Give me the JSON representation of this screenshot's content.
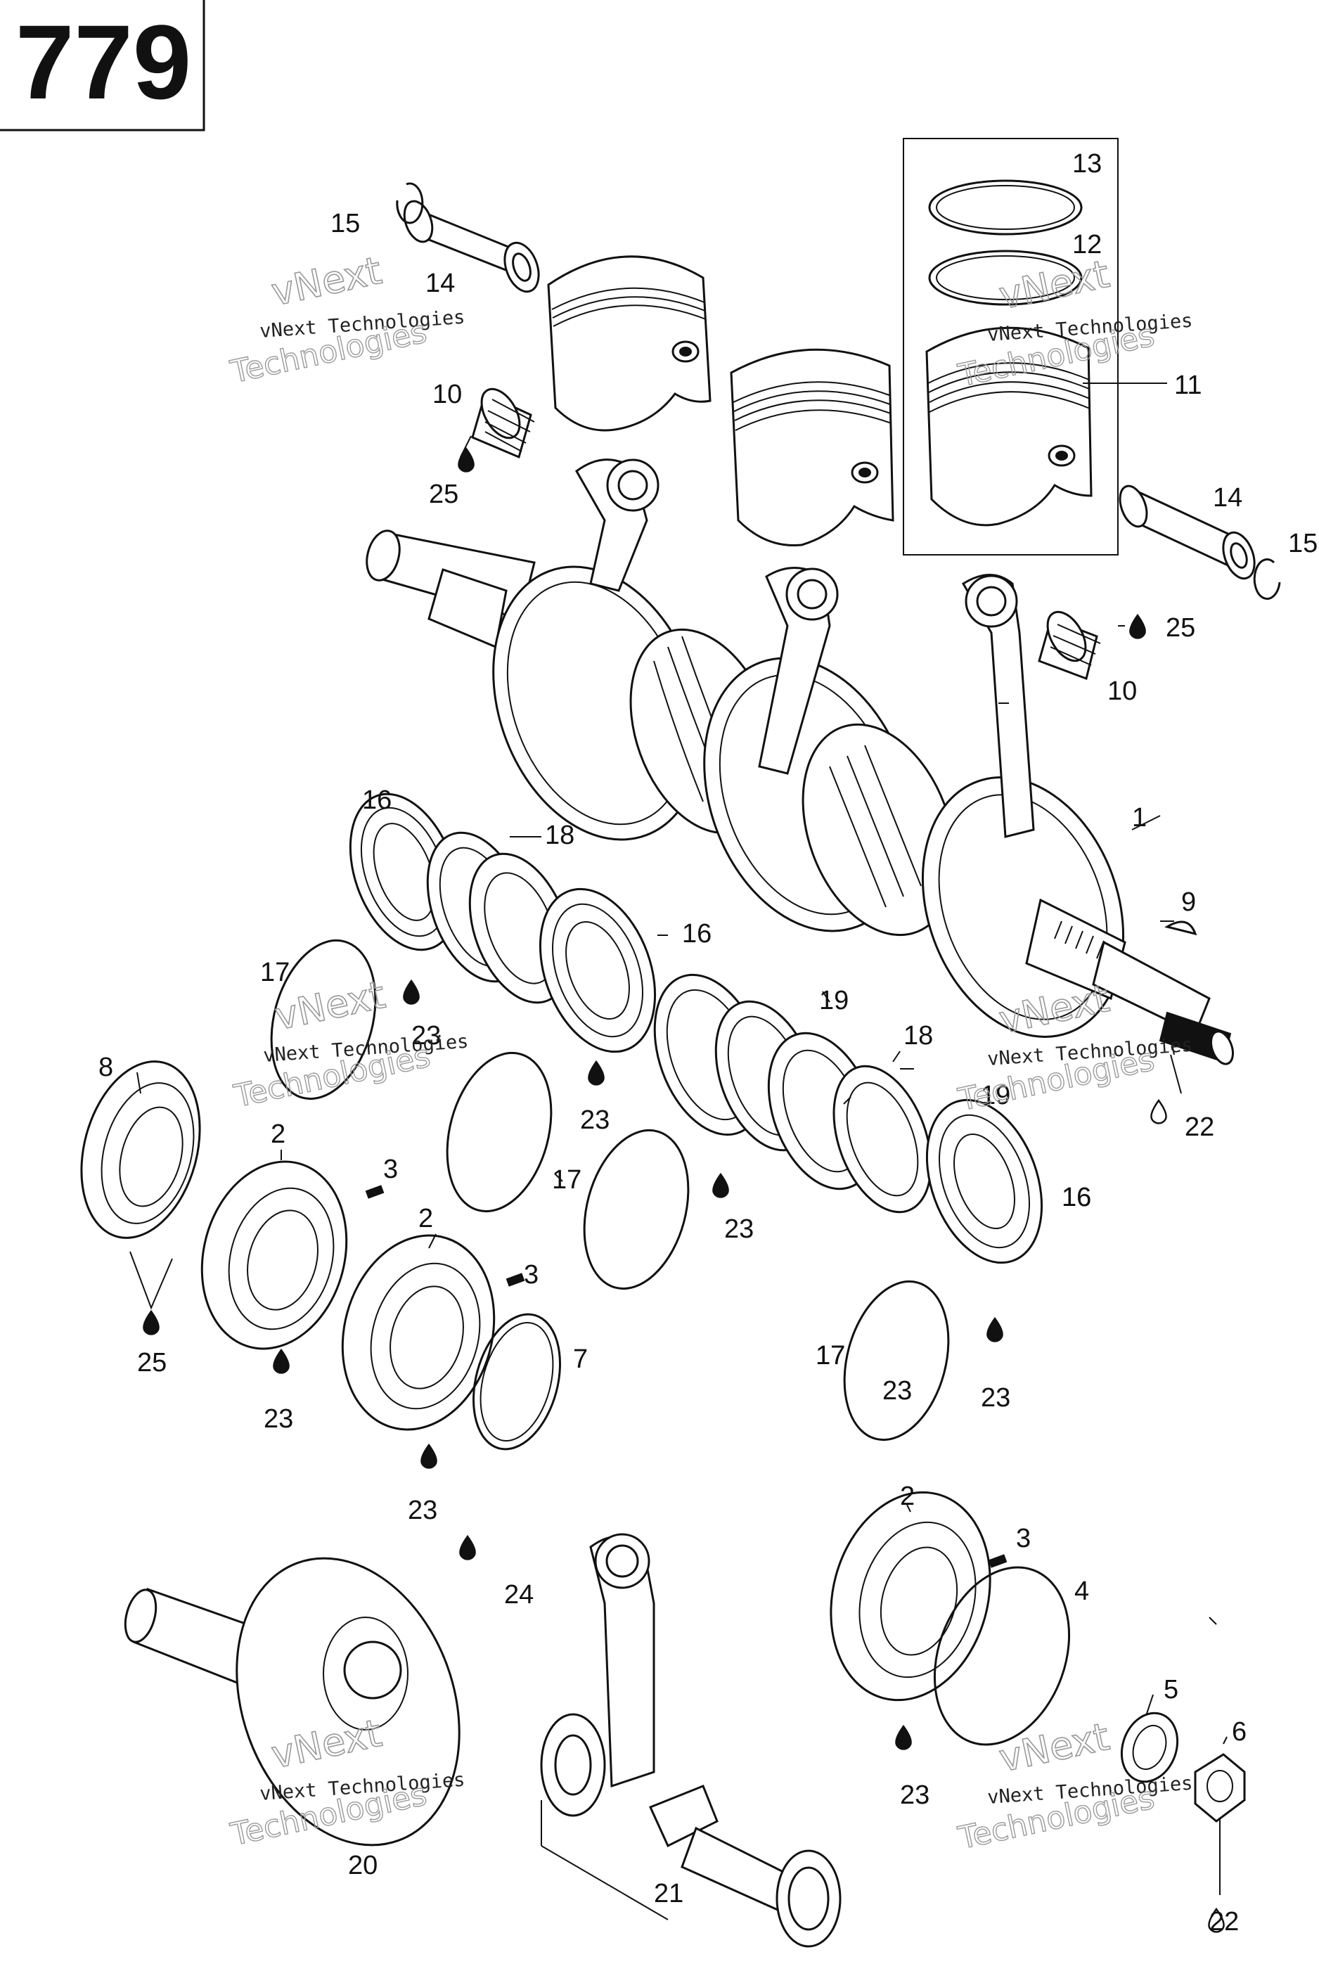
{
  "page_number": "779",
  "watermark": {
    "line1": "vNext Technologies",
    "line2": "vNext",
    "line3": "Technologies"
  },
  "labels": [
    "1",
    "2",
    "2",
    "2",
    "3",
    "3",
    "3",
    "4",
    "5",
    "6",
    "7",
    "8",
    "9",
    "10",
    "10",
    "11",
    "12",
    "13",
    "14",
    "14",
    "15",
    "15",
    "16",
    "16",
    "16",
    "16",
    "17",
    "17",
    "17",
    "17",
    "18",
    "18",
    "19",
    "19",
    "20",
    "21",
    "22",
    "22",
    "23",
    "23",
    "23",
    "23",
    "23",
    "23",
    "23",
    "23",
    "24",
    "25",
    "25",
    "25"
  ],
  "icons": {
    "lubricant_drop": "oil-drop-icon",
    "grease_drop": "grease-drop-icon"
  }
}
